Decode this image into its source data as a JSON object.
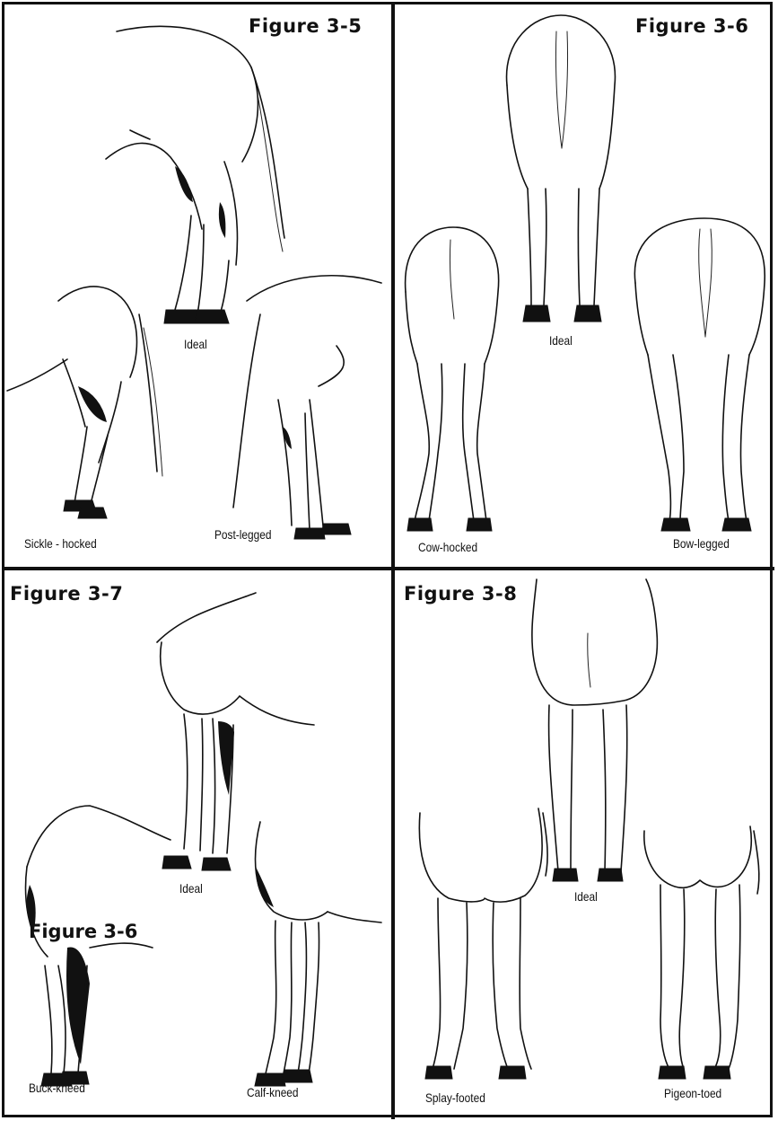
{
  "figures": [
    {
      "title": "Figure 3-5",
      "labels": {
        "ideal": "Ideal",
        "left": "Sickle - hocked",
        "right": "Post-legged"
      }
    },
    {
      "title": "Figure 3-6",
      "labels": {
        "ideal": "Ideal",
        "left": "Cow-hocked",
        "right": "Bow-legged"
      }
    },
    {
      "title": "Figure 3-7",
      "labels": {
        "ideal": "Ideal",
        "left": "Buck-kneed",
        "right": "Calf-kneed"
      },
      "overlay_text": "Figure 3-6"
    },
    {
      "title": "Figure 3-8",
      "labels": {
        "ideal": "Ideal",
        "left": "Splay-footed",
        "right": "Pigeon-toed"
      }
    }
  ],
  "illustrations": {
    "fig_3_5": [
      "ideal-side-hind-leg",
      "sickle-hocked-hind-leg",
      "post-legged-hind-leg"
    ],
    "fig_3_6": [
      "ideal-rear-view",
      "cow-hocked-rear-view",
      "bow-legged-rear-view"
    ],
    "fig_3_7": [
      "ideal-side-foreleg",
      "buck-kneed-foreleg",
      "calf-kneed-foreleg"
    ],
    "fig_3_8": [
      "ideal-front-view",
      "splay-footed-front-view",
      "pigeon-toed-front-view"
    ]
  }
}
